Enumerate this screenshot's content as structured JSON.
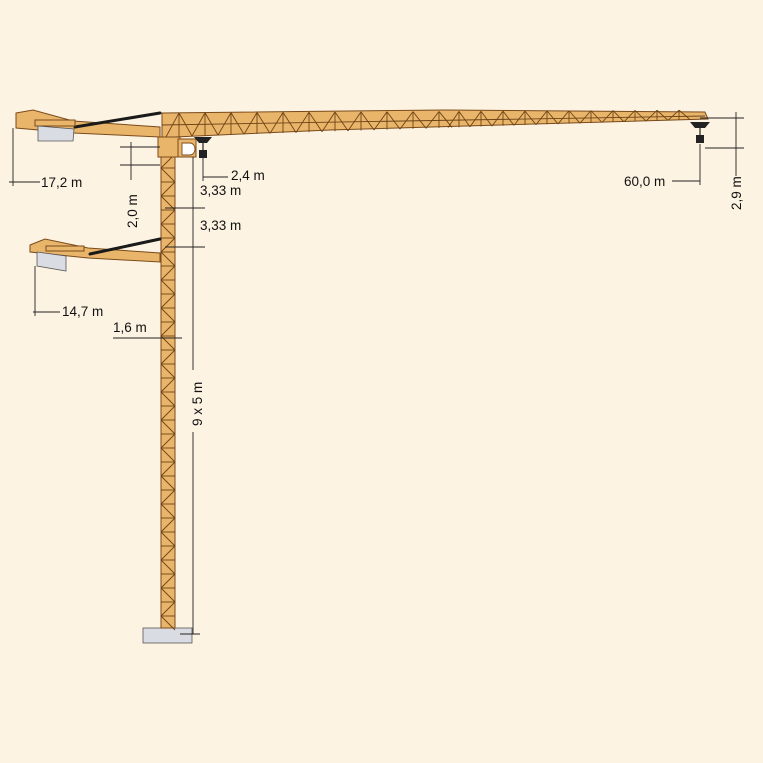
{
  "diagram": {
    "labels": {
      "jib_length": "60,0 m",
      "jib_height": "2,9 m",
      "counter_jib_top": "17,2 m",
      "counter_jib_lower": "14,7 m",
      "trolley_offset": "2,4 m",
      "top_section": "3,33 m",
      "second_section": "3,33 m",
      "head_height": "2,0 m",
      "mast_width": "1,6 m",
      "mast_sections": "9 x 5 m"
    },
    "colors": {
      "background": "#fdf3e3",
      "steel": "#e9b56b",
      "steel_outline": "#7a4a1a",
      "ballast": "#d9dde3",
      "tie": "#1a1a1a"
    }
  }
}
